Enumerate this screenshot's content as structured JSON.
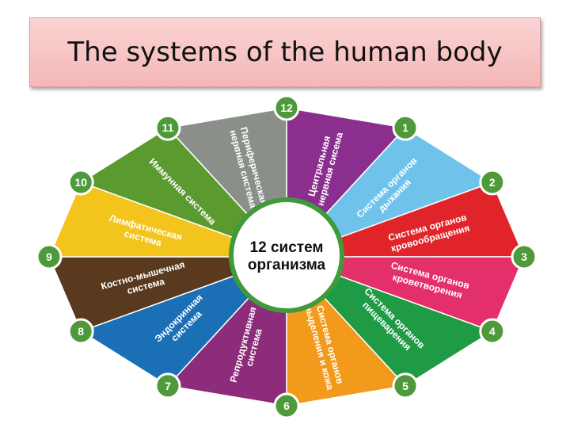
{
  "title": "The systems of the human body",
  "center_label": [
    "12 систем",
    "организма"
  ],
  "watermark": "...",
  "segments": [
    {
      "num": "1",
      "lines": [
        "Центральная",
        "нервная сисема"
      ],
      "color": "#8b2f8f"
    },
    {
      "num": "2",
      "lines": [
        "Система органов",
        "дыхания"
      ],
      "color": "#6fc3ea"
    },
    {
      "num": "3",
      "lines": [
        "Система органов",
        "кровообращения"
      ],
      "color": "#e0242a"
    },
    {
      "num": "4",
      "lines": [
        "Система органов",
        "кроветворения"
      ],
      "color": "#e4306a"
    },
    {
      "num": "5",
      "lines": [
        "Система органов",
        "пищеварения"
      ],
      "color": "#1f9a45"
    },
    {
      "num": "6",
      "lines": [
        "Система органов",
        "выделения и кожа"
      ],
      "color": "#f29a1b"
    },
    {
      "num": "7",
      "lines": [
        "Репродуктивная",
        "система"
      ],
      "color": "#8c2c7a"
    },
    {
      "num": "8",
      "lines": [
        "Эндокринная",
        "система"
      ],
      "color": "#1a6fb5"
    },
    {
      "num": "9",
      "lines": [
        "Костно-мышечная",
        "система"
      ],
      "color": "#5a3a1e"
    },
    {
      "num": "10",
      "lines": [
        "Лимфатическая",
        "система"
      ],
      "color": "#f3c41b"
    },
    {
      "num": "11",
      "lines": [
        "Иммунная система"
      ],
      "color": "#5a9a2e"
    },
    {
      "num": "12",
      "lines": [
        "Периферическая",
        "нервная система"
      ],
      "color": "#8a8f8a"
    }
  ]
}
